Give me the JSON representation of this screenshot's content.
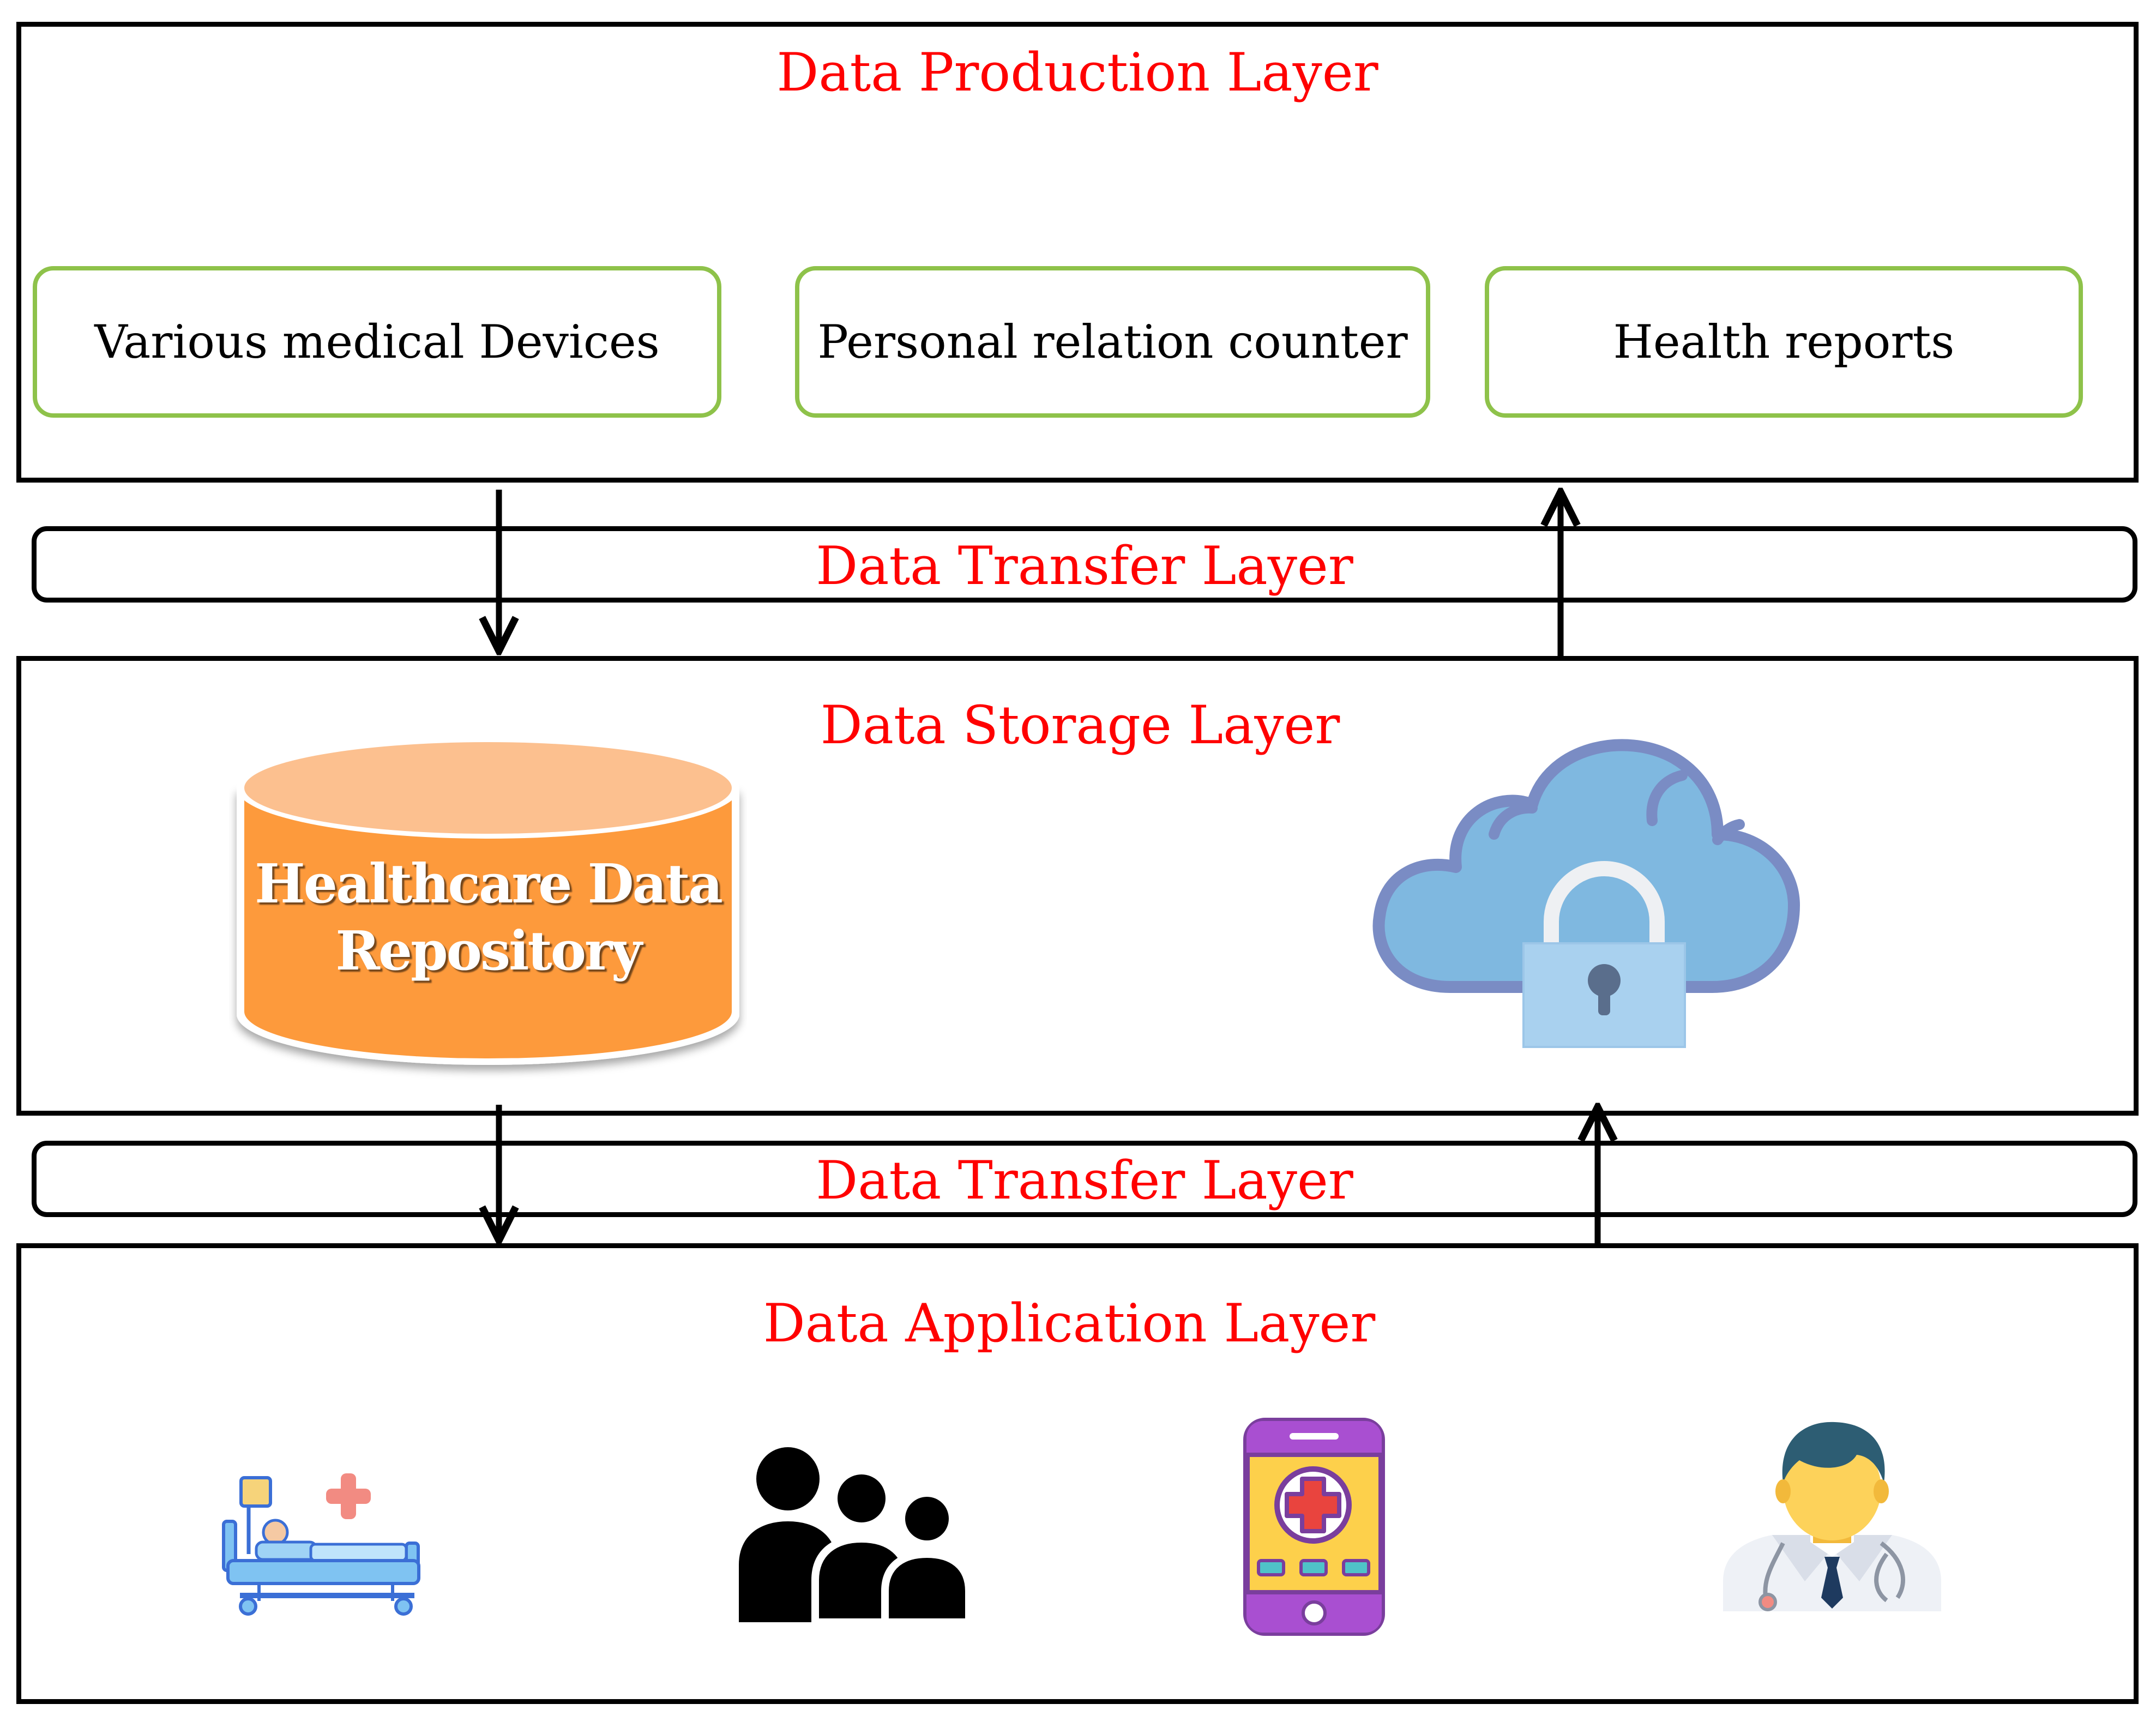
{
  "layers": {
    "production": {
      "title": "Data Production Layer"
    },
    "transfer_top": {
      "title": "Data Transfer Layer"
    },
    "storage": {
      "title": "Data Storage Layer"
    },
    "transfer_bottom": {
      "title": "Data Transfer Layer"
    },
    "application": {
      "title": "Data Application Layer"
    }
  },
  "sources": [
    {
      "label": "Various medical Devices"
    },
    {
      "label": "Personal relation counter"
    },
    {
      "label": "Health reports"
    }
  ],
  "repository": {
    "line1": "Healthcare Data",
    "line2": "Repository",
    "colors": {
      "top": "#fcc08f",
      "body": "#fd9a3c",
      "rim": "#ffffff"
    }
  },
  "cloud": {
    "icon": "cloud-lock-icon",
    "colors": {
      "fill": "#7fb8e0",
      "outline": "#7a8cc4",
      "lock": "#a9d1ef"
    }
  },
  "applications": [
    {
      "icon": "hospital-bed-icon"
    },
    {
      "icon": "people-group-icon"
    },
    {
      "icon": "medical-app-phone-icon"
    },
    {
      "icon": "doctor-icon"
    }
  ],
  "colors": {
    "title": "#ff0000",
    "source_border": "#8ec24a",
    "border": "#000000"
  }
}
